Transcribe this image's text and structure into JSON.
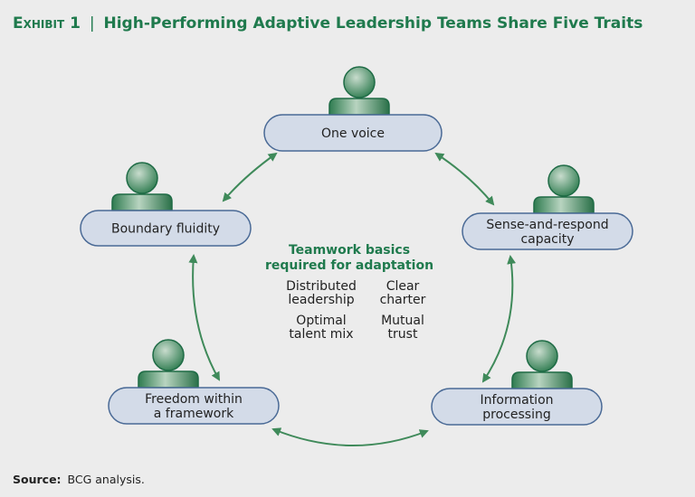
{
  "header": {
    "exhibit": "Exhibit 1",
    "separator": "|",
    "title": "High-Performing Adaptive Leadership Teams Share Five Traits"
  },
  "traits": [
    {
      "lines": [
        "One voice"
      ]
    },
    {
      "lines": [
        "Boundary fluidity"
      ]
    },
    {
      "lines": [
        "Sense-and-respond",
        "capacity"
      ]
    },
    {
      "lines": [
        "Freedom within",
        "a framework"
      ]
    },
    {
      "lines": [
        "Information",
        "processing"
      ]
    }
  ],
  "center": {
    "heading": [
      "Teamwork basics",
      "required for adaptation"
    ],
    "basics": [
      {
        "lines": [
          "Distributed",
          "leadership"
        ]
      },
      {
        "lines": [
          "Clear",
          "charter"
        ]
      },
      {
        "lines": [
          "Optimal",
          "talent mix"
        ]
      },
      {
        "lines": [
          "Mutual",
          "trust"
        ]
      }
    ]
  },
  "footer": {
    "source_label": "Source:",
    "source_text": "BCG analysis."
  },
  "colors": {
    "accent": "#1f7a4d",
    "box_fill": "#d3dbe8",
    "box_stroke": "#4a6a96",
    "background": "#ececec"
  }
}
